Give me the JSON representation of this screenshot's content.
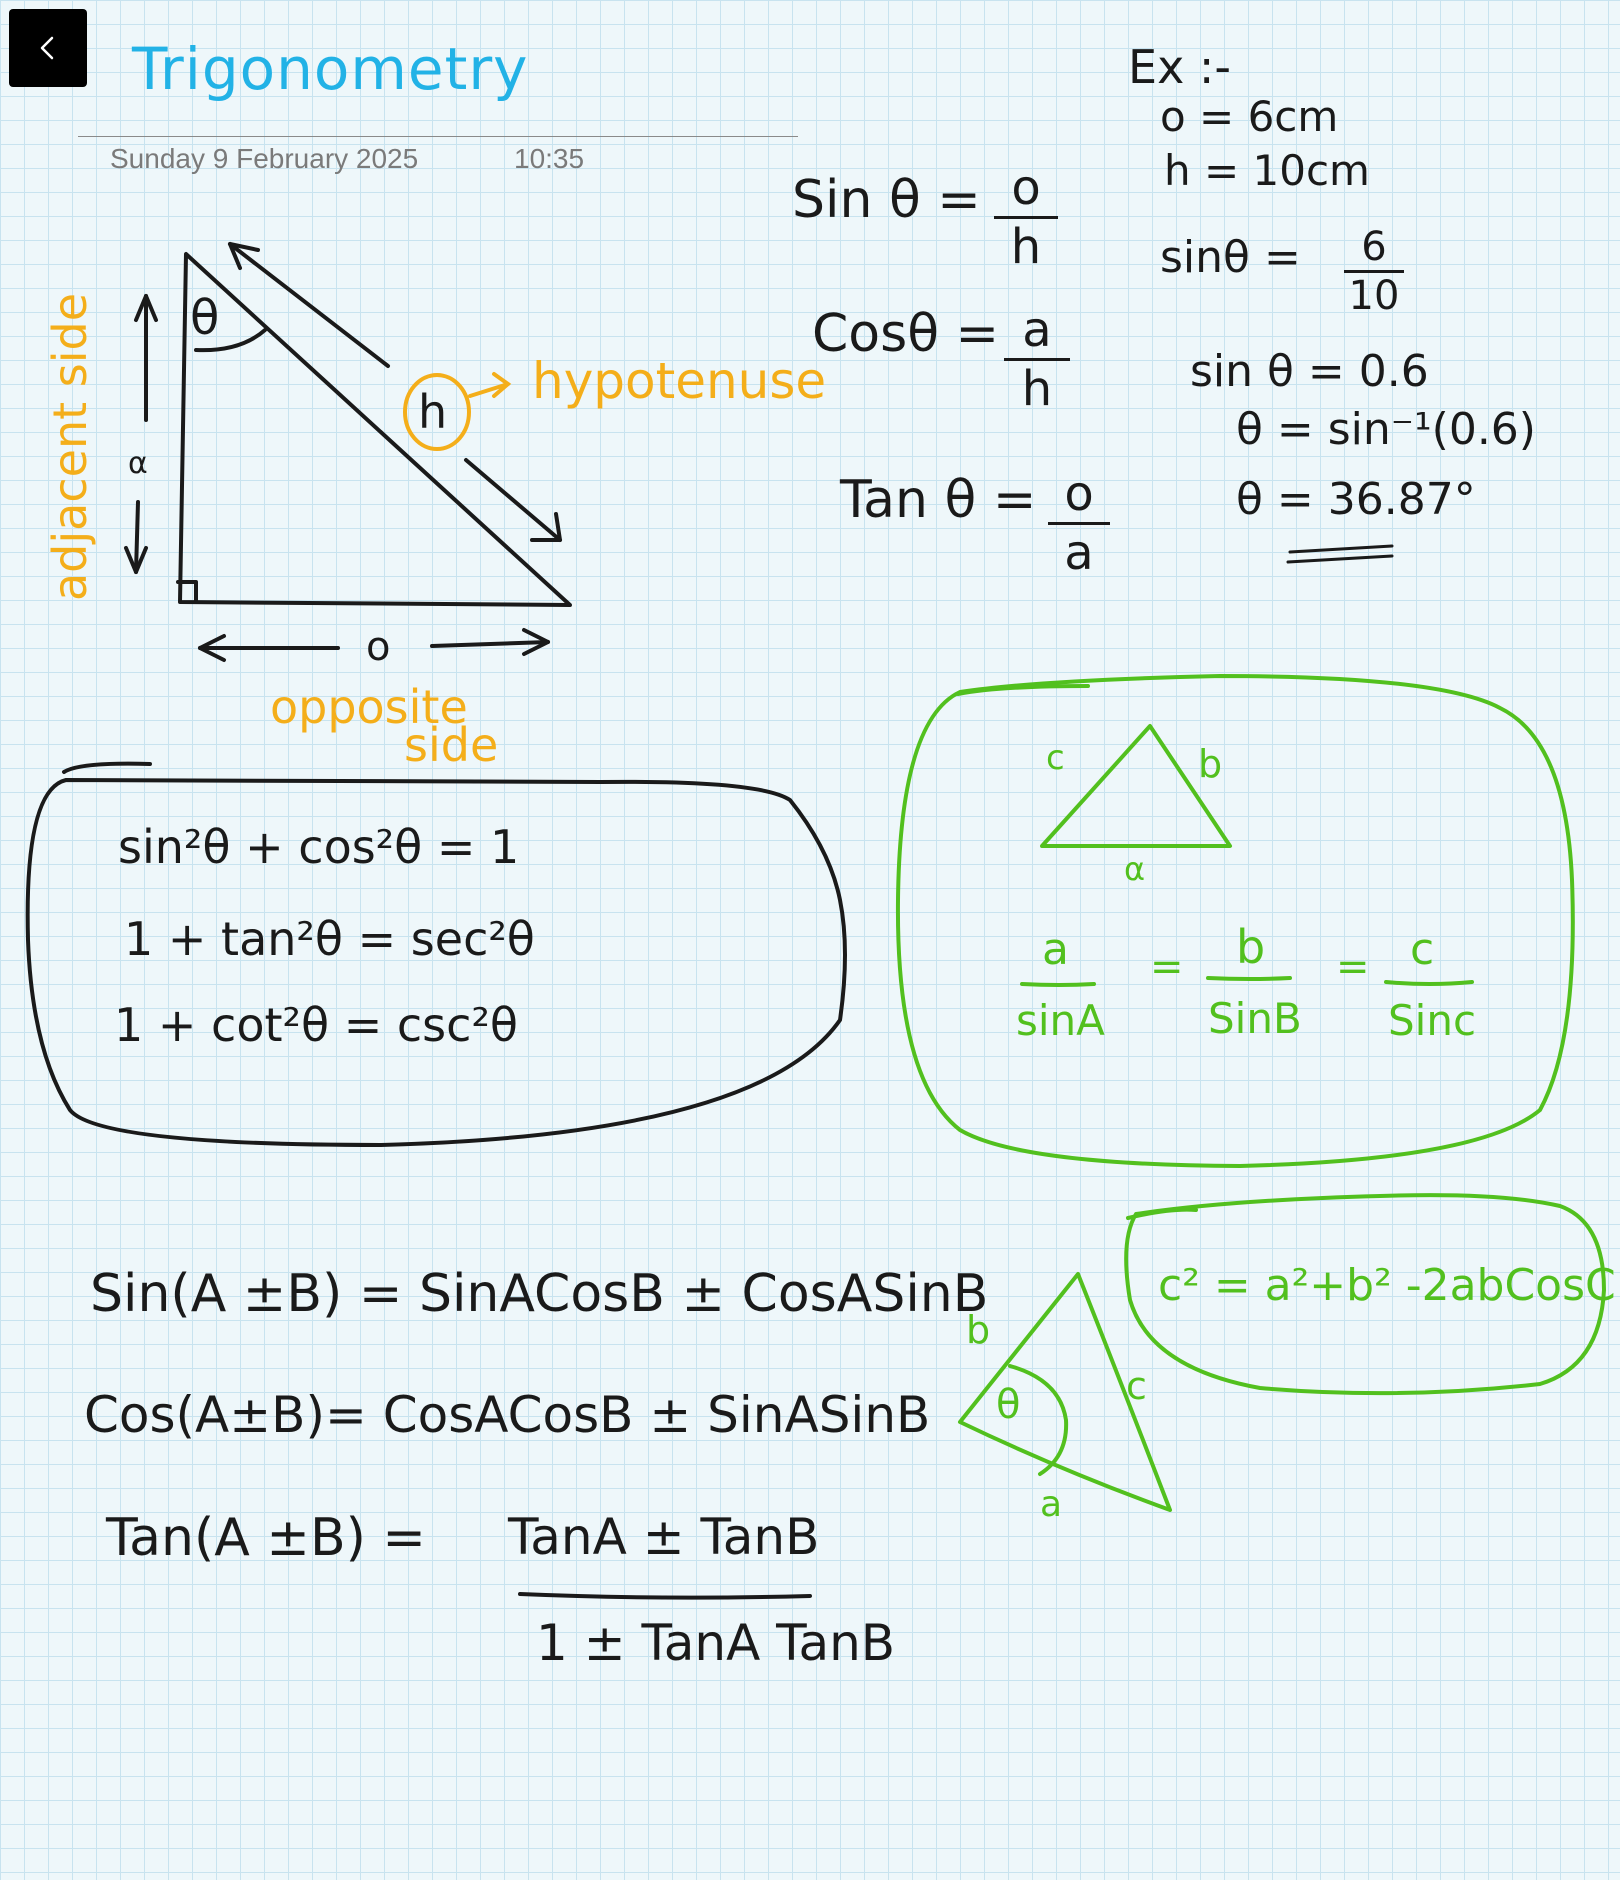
{
  "note": {
    "title": "Trigonometry",
    "date": "Sunday 9 February 2025",
    "time": "10:35"
  },
  "icons": {
    "back": "chevron-left-icon"
  },
  "triangle": {
    "theta": "θ",
    "hyp": "h",
    "hyp_label": "hypotenuse",
    "adj_letter": "α",
    "adj_label": "adjacent side",
    "opp_letter": "o",
    "opp_label_1": "opposite",
    "opp_label_2": "side"
  },
  "ratios": {
    "sin_lhs": "Sin θ =",
    "sin_num": "o",
    "sin_den": "h",
    "cos_lhs": "Cosθ =",
    "cos_num": "a",
    "cos_den": "h",
    "tan_lhs": "Tan θ =",
    "tan_num": "o",
    "tan_den": "a"
  },
  "example": {
    "heading": "Ex :-",
    "given_o": "o = 6cm",
    "given_h": "h = 10cm",
    "step1_lhs": "sinθ =",
    "step1_num": "6",
    "step1_den": "10",
    "step2": "sin θ = 0.6",
    "step3": "θ = sin⁻¹(0.6)",
    "step4": "θ = 36.87°"
  },
  "identities": [
    "sin²θ  + cos²θ = 1",
    "1 + tan²θ    =    sec²θ",
    "1 + cot²θ    =    csc²θ"
  ],
  "sine_rule": {
    "c": "c",
    "b": "b",
    "a": "α",
    "num_a": "a",
    "den_a": "sinA",
    "eq1": "=",
    "num_b": "b",
    "den_b": "SinB",
    "eq2": "=",
    "num_c": "c",
    "den_c": "Sinc"
  },
  "compound": {
    "sin": "Sin(A ±B) =  SinACosB ± CosASinB",
    "cos": "Cos(A±B)=  CosACosB ± SinASinB",
    "tan_lhs": "Tan(A ±B)  =",
    "tan_num": "TanA ± TanB",
    "tan_den": "1 ± TanA TanB"
  },
  "cosine_rule": {
    "b": "b",
    "c": "c",
    "a": "a",
    "theta": "θ",
    "formula": "c² = a²+b² -2abCosC"
  },
  "colors": {
    "ink": "#1a1a1a",
    "orange": "#f4ae1a",
    "green": "#52c01e",
    "title_blue": "#22b2e6"
  }
}
